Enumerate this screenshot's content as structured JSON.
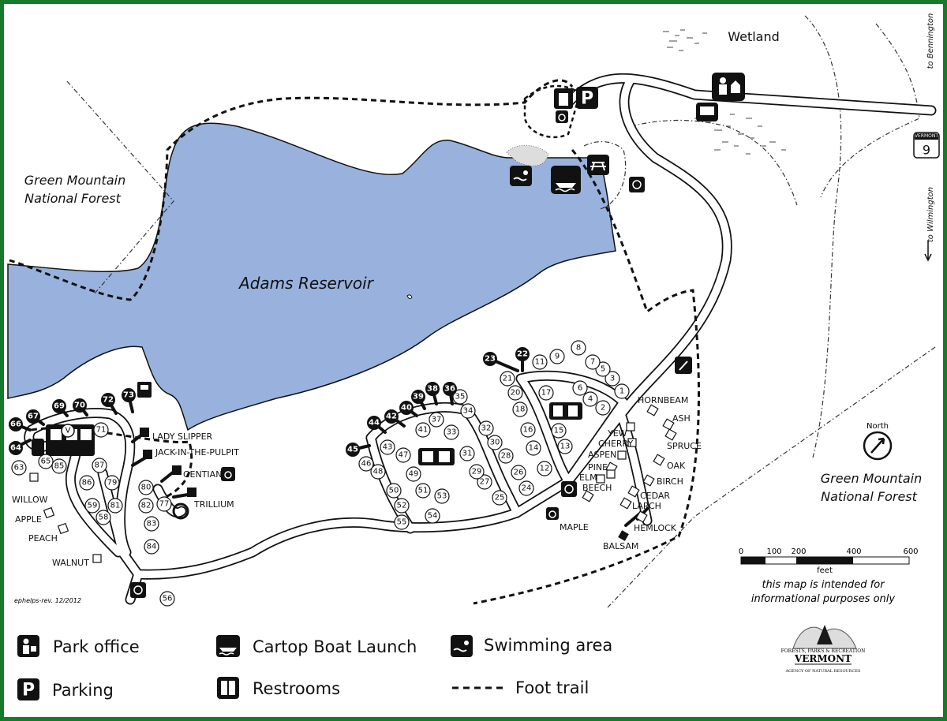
{
  "map": {
    "labels": {
      "reservoir": "Adams Reservoir",
      "wetland": "Wetland",
      "forest_west_line1": "Green Mountain",
      "forest_west_line2": "National Forest",
      "forest_east_line1": "Green Mountain",
      "forest_east_line2": "National Forest",
      "to_bennington": "to Bennington",
      "to_wilmington": "to Wilmington",
      "route_state": "VERMONT",
      "route_number": "9",
      "north": "North",
      "credit": "ephelps-rev. 12/2012"
    },
    "scale": {
      "ticks": [
        "0",
        "100",
        "200",
        "400",
        "600"
      ],
      "unit": "feet",
      "disclaimer_line1": "this map is intended for",
      "disclaimer_line2": "informational purposes only"
    },
    "lean_tos": {
      "lady_slipper": "LADY SLIPPER",
      "jack_in_the_pulpit": "JACK-IN-THE-PULPIT",
      "gentian": "GENTIAN",
      "trillium": "TRILLIUM",
      "willow": "WILLOW",
      "apple": "APPLE",
      "peach": "PEACH",
      "walnut": "WALNUT",
      "hornbeam": "HORNBEAM",
      "ash": "ASH",
      "yew": "YEW",
      "cherry": "CHERRY",
      "spruce": "SPRUCE",
      "aspen": "ASPEN",
      "pine": "PINE",
      "oak": "OAK",
      "elm": "ELM",
      "birch": "BIRCH",
      "beech": "BEECH",
      "cedar": "CEDAR",
      "larch": "LARCH",
      "maple": "MAPLE",
      "hemlock": "HEMLOCK",
      "balsam": "BALSAM"
    },
    "sites_filled": [
      "22",
      "23",
      "36",
      "38",
      "39",
      "40",
      "42",
      "44",
      "45",
      "64",
      "66",
      "67",
      "69",
      "70",
      "72",
      "73"
    ],
    "sites_open": [
      "1",
      "2",
      "3",
      "4",
      "5",
      "6",
      "7",
      "8",
      "9",
      "11",
      "12",
      "13",
      "14",
      "15",
      "16",
      "17",
      "18",
      "20",
      "21",
      "24",
      "25",
      "26",
      "27",
      "28",
      "29",
      "30",
      "31",
      "32",
      "33",
      "34",
      "35",
      "37",
      "41",
      "43",
      "46",
      "47",
      "48",
      "49",
      "50",
      "51",
      "52",
      "53",
      "54",
      "55",
      "56",
      "58",
      "59",
      "63",
      "65",
      "71",
      "77",
      "79",
      "80",
      "81",
      "82",
      "83",
      "84",
      "85",
      "86",
      "87"
    ],
    "icon_letters": {
      "parking": "P",
      "v": "V"
    }
  },
  "legend": {
    "park_office": "Park office",
    "parking": "Parking",
    "cartop": "Cartop Boat Launch",
    "restrooms": "Restrooms",
    "swimming": "Swimming area",
    "foot_trail": "Foot trail",
    "parking_letter": "P"
  },
  "logo": {
    "line1": "FORESTS, PARKS & RECREATION",
    "line2": "VERMONT",
    "line3": "AGENCY OF NATURAL RESOURCES"
  },
  "colors": {
    "border": "#157a2a",
    "water": "#98b2dd",
    "ink": "#111111"
  }
}
